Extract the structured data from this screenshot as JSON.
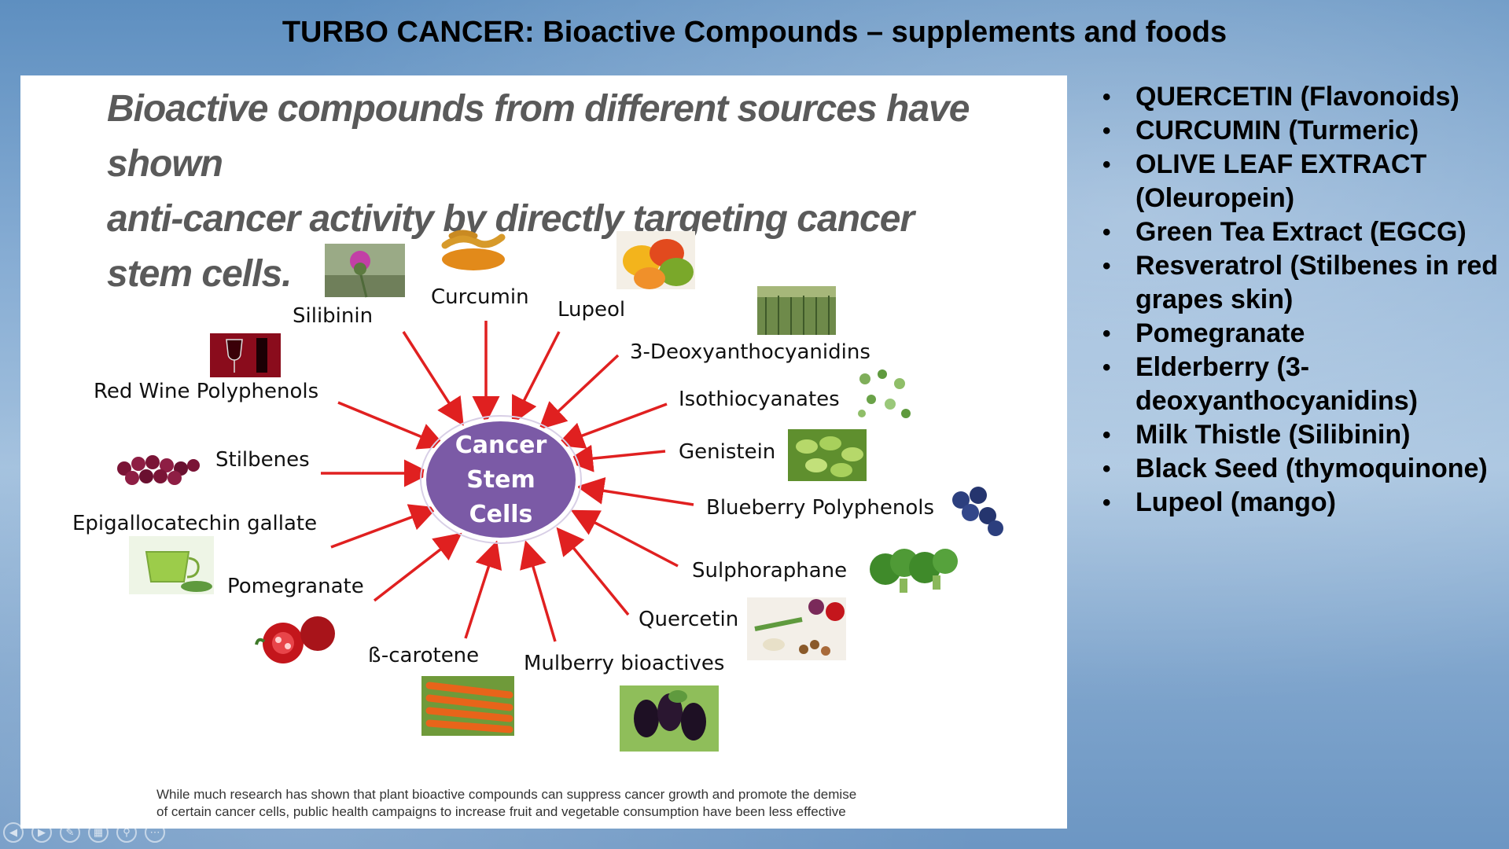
{
  "slide": {
    "title": "TURBO CANCER: Bioactive Compounds – supplements and foods"
  },
  "figure": {
    "heading_line1": "Bioactive compounds from different sources have shown",
    "heading_line2": "anti-cancer activity by directly targeting cancer stem cells.",
    "center_line1": "Cancer",
    "center_line2": "Stem",
    "center_line3": "Cells",
    "labels": {
      "silibinin": "Silibinin",
      "curcumin": "Curcumin",
      "lupeol": "Lupeol",
      "deoxyanthocyanidins": "3-Deoxyanthocyanidins",
      "red_wine": "Red Wine Polyphenols",
      "isothiocyanates": "Isothiocyanates",
      "genistein": "Genistein",
      "stilbenes": "Stilbenes",
      "blueberry": "Blueberry Polyphenols",
      "egcg": "Epigallocatechin gallate",
      "sulphoraphane": "Sulphoraphane",
      "pomegranate": "Pomegranate",
      "quercetin": "Quercetin",
      "carotene": "ß-carotene",
      "mulberry": "Mulberry bioactives"
    },
    "caption_line1": "While much research has shown that plant bioactive compounds can suppress cancer growth and promote the demise",
    "caption_line2": "of certain cancer cells, public health campaigns to increase fruit and vegetable consumption have been less effective",
    "accent_color": "#e02020",
    "center_color": "#7b5aa6"
  },
  "bullets": [
    "QUERCETIN (Flavonoids)",
    "CURCUMIN (Turmeric)",
    "OLIVE LEAF EXTRACT (Oleuropein)",
    "Green Tea Extract (EGCG)",
    "Resveratrol (Stilbenes in red grapes skin)",
    "Pomegranate",
    "Elderberry (3-deoxyanthocyanidins)",
    "Milk Thistle (Silibinin)",
    "Black Seed (thymoquinone)",
    "Lupeol (mango)"
  ],
  "controls": [
    "prev-icon",
    "next-icon",
    "pen-icon",
    "slides-icon",
    "zoom-icon",
    "more-icon"
  ]
}
